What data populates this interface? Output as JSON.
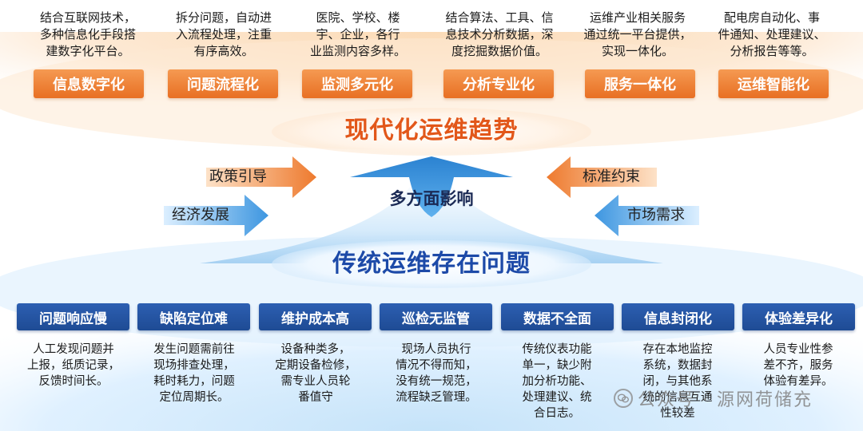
{
  "colors": {
    "orange": "#e86f23",
    "blue": "#1e4b94",
    "light_blue": "#5aa8e6",
    "title_orange": "#e2571a",
    "title_blue": "#1d4aa8"
  },
  "top": {
    "items": [
      {
        "label": "信息数字化",
        "desc": "结合互联网技术，\n多种信息化手段搭\n建数字化平台。"
      },
      {
        "label": "问题流程化",
        "desc": "拆分问题，自动进\n入流程处理，注重\n有序高效。"
      },
      {
        "label": "监测多元化",
        "desc": "医院、学校、楼\n宇、企业，各行\n业监测内容多样。"
      },
      {
        "label": "分析专业化",
        "desc": "结合算法、工具、信\n息技术分析数据，深\n度挖掘数据价值。"
      },
      {
        "label": "服务一体化",
        "desc": "运维产业相关服务\n通过统一平台提供，\n实现一体化。"
      },
      {
        "label": "运维智能化",
        "desc": "配电房自动化、事\n件通知、处理建议、\n分析报告等等。"
      }
    ]
  },
  "titles": {
    "modern": "现代化运维趋势",
    "center": "多方面影响",
    "traditional": "传统运维存在问题"
  },
  "arrows": {
    "policy": "政策引导",
    "standard": "标准约束",
    "economy": "经济发展",
    "market": "市场需求"
  },
  "bottom": {
    "items": [
      {
        "label": "问题响应慢",
        "desc": "人工发现问题并\n上报，纸质记录，\n反馈时间长。"
      },
      {
        "label": "缺陷定位难",
        "desc": "发生问题需前往\n现场排查处理，\n耗时耗力，问题\n定位周期长。"
      },
      {
        "label": "维护成本高",
        "desc": "设备种类多，\n定期设备检修，\n需专业人员轮\n番值守"
      },
      {
        "label": "巡检无监管",
        "desc": "现场人员执行\n情况不得而知，\n没有统一规范，\n流程缺乏管理。"
      },
      {
        "label": "数据不全面",
        "desc": "传统仪表功能\n单一，缺少附\n加分析功能、\n处理建议、统\n合日志。"
      },
      {
        "label": "信息封闭化",
        "desc": "存在本地监控\n系统，数据封\n闭，与其他系\n统的信息互通\n性较差"
      },
      {
        "label": "体验差异化",
        "desc": "人员专业性参\n差不齐，服务\n体验有差异。"
      }
    ]
  },
  "watermark": {
    "text": "公众号 · 源网荷储充",
    "icon": "wechat-icon"
  }
}
